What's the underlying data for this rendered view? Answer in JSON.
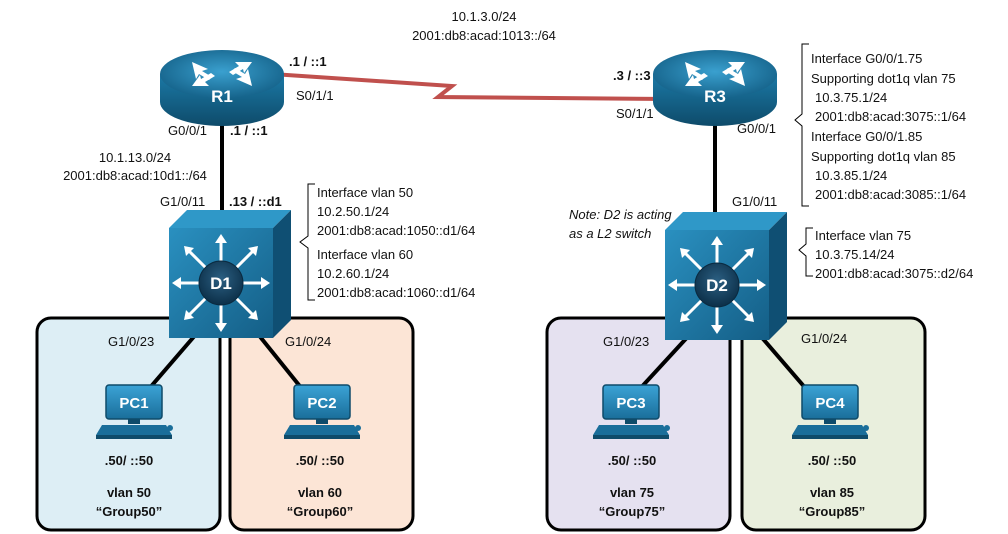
{
  "subnets": {
    "wan_v4": "10.1.3.0/24",
    "wan_v6": "2001:db8:acad:1013::/64",
    "r1d1_v4": "10.1.13.0/24",
    "r1d1_v6": "2001:db8:acad:10d1::/64"
  },
  "devices": {
    "r1": "R1",
    "r3": "R3",
    "d1": "D1",
    "d2": "D2",
    "pc1": "PC1",
    "pc2": "PC2",
    "pc3": "PC3",
    "pc4": "PC4"
  },
  "ports": {
    "r1_wan_addr": ".1 / ::1",
    "r1_serial": "S0/1/1",
    "r1_g": "G0/0/1",
    "r1_g_addr": ".1 / ::1",
    "r3_wan_addr": ".3 / ::3",
    "r3_serial": "S0/1/1",
    "r3_g": "G0/0/1",
    "d1_up": "G1/0/11",
    "d1_up_addr": ".13 / ::d1",
    "d1_p23": "G1/0/23",
    "d1_p24": "G1/0/24",
    "d2_up": "G1/0/11",
    "d2_p23": "G1/0/23",
    "d2_p24": "G1/0/24"
  },
  "r3_info": [
    "Interface G0/0/1.75",
    "Supporting dot1q vlan 75",
    "10.3.75.1/24",
    "2001:db8:acad:3075::1/64",
    "Interface G0/0/1.85",
    "Supporting dot1q vlan 85",
    "10.3.85.1/24",
    "2001:db8:acad:3085::1/64"
  ],
  "d1_info": [
    "Interface vlan 50",
    "10.2.50.1/24",
    "2001:db8:acad:1050::d1/64",
    "Interface vlan 60",
    "10.2.60.1/24",
    "2001:db8:acad:1060::d1/64"
  ],
  "d2_info": [
    "Interface vlan 75",
    "10.3.75.14/24",
    "2001:db8:acad:3075::d2/64"
  ],
  "d2_note": [
    "Note: D2 is acting",
    "as a L2 switch"
  ],
  "hosts": {
    "pc1_addr": ".50/ ::50",
    "pc1_vlan": "vlan 50",
    "pc1_group": "“Group50”",
    "pc2_addr": ".50/ ::50",
    "pc2_vlan": "vlan 60",
    "pc2_group": "“Group60”",
    "pc3_addr": ".50/ ::50",
    "pc3_vlan": "vlan 75",
    "pc3_group": "“Group75”",
    "pc4_addr": ".50/ ::50",
    "pc4_vlan": "vlan 85",
    "pc4_group": "“Group85”"
  },
  "colors": {
    "box_vlan50": "#DDEEF5",
    "box_vlan60": "#FCE5D6",
    "box_vlan75": "#E5E1F0",
    "box_vlan85": "#E9EFDD",
    "serial_link": "#C0504D",
    "device_blue": "#1A6E9A"
  }
}
